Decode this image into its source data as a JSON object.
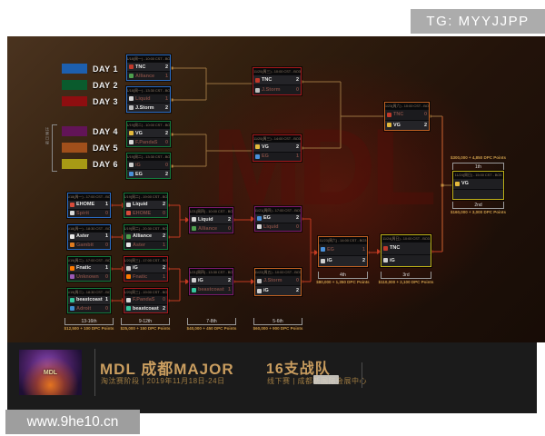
{
  "tg_badge": "TG: MYYJJPP",
  "watermark": "www.9he10.cn",
  "legend": {
    "note": "比赛日程",
    "days": [
      {
        "label": "DAY 1",
        "swatch": "#1d5fae",
        "border": "#2a6cc4"
      },
      {
        "label": "DAY 2",
        "swatch": "#0a5b2d",
        "border": "#137a3d"
      },
      {
        "label": "DAY 3",
        "swatch": "#8e0e10",
        "border": "#a6181c"
      },
      {
        "label": "DAY 4",
        "swatch": "#621457",
        "border": "#7d1a6e"
      },
      {
        "label": "DAY 5",
        "swatch": "#a04f1b",
        "border": "#c26222"
      },
      {
        "label": "DAY 6",
        "swatch": "#a79a15",
        "border": "#c0b118"
      }
    ]
  },
  "banner": {
    "logo_text": "MDL",
    "title": "MDL 成都MAJOR",
    "subtitle": "淘汰赛阶段 | 2019年11月18日-24日",
    "teams": "16支战队",
    "teams_sub": "线下赛 | 成都新国际会展中心"
  },
  "placements": [
    {
      "id": "p13",
      "label": "13-16th",
      "prize": "$12,500 + 100 DPC Points"
    },
    {
      "id": "p9",
      "label": "9-12th",
      "prize": "$25,000 + 150 DPC Points"
    },
    {
      "id": "p7",
      "label": "7-8th",
      "prize": "$40,000 + 450 DPC Points"
    },
    {
      "id": "p5",
      "label": "5-6th",
      "prize": "$60,000 + 900 DPC Points"
    },
    {
      "id": "p4",
      "label": "4th",
      "prize": "$80,000 + 1,350 DPC Points"
    },
    {
      "id": "p3",
      "label": "3rd",
      "prize": "$110,000 + 2,100 DPC Points"
    },
    {
      "id": "p1",
      "label": "1th",
      "prize": "$300,000 + 4,850 DPC Points"
    },
    {
      "id": "p2",
      "label": "2nd",
      "prize": "$160,000 + 3,000 DPC Points"
    }
  ],
  "matches": [
    {
      "id": "ub_qf1",
      "day": 1,
      "header": "11/18(周一) - 10:00 CST - BO3",
      "teams": [
        {
          "name": "TNC",
          "score": "2",
          "result": "w",
          "color": "#c0392b"
        },
        {
          "name": "Alliance",
          "score": "1",
          "result": "l",
          "color": "#4e9f4e"
        }
      ]
    },
    {
      "id": "ub_qf2",
      "day": 1,
      "header": "11/18(周一) - 13:30 CST - BO3",
      "teams": [
        {
          "name": "Liquid",
          "score": "1",
          "result": "l",
          "color": "#d8d8d8"
        },
        {
          "name": "J.Storm",
          "score": "2",
          "result": "w",
          "color": "#bfbfbf"
        }
      ]
    },
    {
      "id": "ub_qf3",
      "day": 2,
      "header": "11/19(周二) - 10:00 CST - BO3",
      "teams": [
        {
          "name": "VG",
          "score": "2",
          "result": "w",
          "color": "#e3b93c"
        },
        {
          "name": "F.PandaS",
          "score": "0",
          "result": "l",
          "color": "#d8d8d8"
        }
      ]
    },
    {
      "id": "ub_qf4",
      "day": 2,
      "header": "11/19(周二) - 13:30 CST - BO3",
      "teams": [
        {
          "name": "iG",
          "score": "0",
          "result": "l",
          "color": "#cfcfcf"
        },
        {
          "name": "EG",
          "score": "2",
          "result": "w",
          "color": "#4a90d9"
        }
      ]
    },
    {
      "id": "ub_sf1",
      "day": 3,
      "header": "11/20(周三) - 10:00 CST - BO3",
      "teams": [
        {
          "name": "TNC",
          "score": "2",
          "result": "w",
          "color": "#c0392b"
        },
        {
          "name": "J.Storm",
          "score": "0",
          "result": "l",
          "color": "#bfbfbf"
        }
      ]
    },
    {
      "id": "ub_sf2",
      "day": 3,
      "header": "11/20(周三) - 14:00 CST - BO3",
      "teams": [
        {
          "name": "VG",
          "score": "2",
          "result": "w",
          "color": "#e3b93c"
        },
        {
          "name": "EG",
          "score": "1",
          "result": "l",
          "color": "#4a90d9"
        }
      ]
    },
    {
      "id": "ub_f",
      "day": 5,
      "header": "11/23(周六) - 10:00 CST - BO3",
      "teams": [
        {
          "name": "TNC",
          "score": "0",
          "result": "l",
          "color": "#c0392b"
        },
        {
          "name": "VG",
          "score": "2",
          "result": "w",
          "color": "#e3b93c"
        }
      ]
    },
    {
      "id": "gf",
      "day": 6,
      "header": "11/24(周日) - 15:00 CST - BO5",
      "teams": [
        {
          "name": "VG",
          "score": "",
          "result": "p",
          "color": "#e3b93c"
        },
        {
          "name": "",
          "score": "",
          "result": "p",
          "color": ""
        }
      ]
    },
    {
      "id": "lb_r1m1",
      "day": 1,
      "header": "11/18(周一) - 17:00 CST - BO1",
      "teams": [
        {
          "name": "EHOME",
          "score": "1",
          "result": "w",
          "color": "#d84b3a"
        },
        {
          "name": "Spirit",
          "score": "0",
          "result": "l",
          "color": "#d8d8d8"
        }
      ]
    },
    {
      "id": "lb_r1m2",
      "day": 1,
      "header": "11/18(周一) - 18:30 CST - BO1",
      "teams": [
        {
          "name": "Aster",
          "score": "1",
          "result": "w",
          "color": "#e8e8e8"
        },
        {
          "name": "Gambit",
          "score": "0",
          "result": "l",
          "color": "#e07b1f"
        }
      ]
    },
    {
      "id": "lb_r1m3",
      "day": 2,
      "header": "11/19(周二) - 17:00 CST - BO1",
      "teams": [
        {
          "name": "Fnatic",
          "score": "1",
          "result": "w",
          "color": "#ff7a00"
        },
        {
          "name": "Unknown",
          "score": "0",
          "result": "l",
          "color": "#9b59b6"
        }
      ]
    },
    {
      "id": "lb_r1m4",
      "day": 2,
      "header": "11/19(周二) - 18:30 CST - BO1",
      "teams": [
        {
          "name": "beastcoast",
          "score": "1",
          "result": "w",
          "color": "#35c79d"
        },
        {
          "name": "Adroit",
          "score": "0",
          "result": "l",
          "color": "#3f8fd0"
        }
      ]
    },
    {
      "id": "lb_r2m1",
      "day": 2,
      "header": "11/19(周二) - 19:00 CST - BO3",
      "teams": [
        {
          "name": "Liquid",
          "score": "2",
          "result": "w",
          "color": "#d8d8d8"
        },
        {
          "name": "EHOME",
          "score": "0",
          "result": "l",
          "color": "#d84b3a"
        }
      ]
    },
    {
      "id": "lb_r2m2",
      "day": 2,
      "header": "11/19(周二) - 20:30 CST - BO3",
      "teams": [
        {
          "name": "Alliance",
          "score": "2",
          "result": "w",
          "color": "#4e9f4e"
        },
        {
          "name": "Aster",
          "score": "1",
          "result": "l",
          "color": "#e8e8e8"
        }
      ]
    },
    {
      "id": "lb_r2m3",
      "day": 3,
      "header": "11/20(周三) - 17:00 CST - BO3",
      "teams": [
        {
          "name": "iG",
          "score": "2",
          "result": "w",
          "color": "#cfcfcf"
        },
        {
          "name": "Fnatic",
          "score": "1",
          "result": "l",
          "color": "#ff7a00"
        }
      ]
    },
    {
      "id": "lb_r2m4",
      "day": 3,
      "header": "11/20(周三) - 19:00 CST - BO3",
      "teams": [
        {
          "name": "F.PandaS",
          "score": "0",
          "result": "l",
          "color": "#d8d8d8"
        },
        {
          "name": "beastcoast",
          "score": "2",
          "result": "w",
          "color": "#35c79d"
        }
      ]
    },
    {
      "id": "lb_r3m1",
      "day": 4,
      "header": "11/21(周四) - 10:00 CST - BO3",
      "teams": [
        {
          "name": "Liquid",
          "score": "2",
          "result": "w",
          "color": "#d8d8d8"
        },
        {
          "name": "Alliance",
          "score": "0",
          "result": "l",
          "color": "#4e9f4e"
        }
      ]
    },
    {
      "id": "lb_r3m2",
      "day": 4,
      "header": "11/21(周四) - 13:30 CST - BO3",
      "teams": [
        {
          "name": "iG",
          "score": "2",
          "result": "w",
          "color": "#cfcfcf"
        },
        {
          "name": "beastcoast",
          "score": "1",
          "result": "l",
          "color": "#35c79d"
        }
      ]
    },
    {
      "id": "lb_r4m1",
      "day": 4,
      "header": "11/21(周四) - 17:00 CST - BO3",
      "teams": [
        {
          "name": "EG",
          "score": "2",
          "result": "w",
          "color": "#4a90d9"
        },
        {
          "name": "Liquid",
          "score": "0",
          "result": "l",
          "color": "#d8d8d8"
        }
      ]
    },
    {
      "id": "lb_r4m2",
      "day": 5,
      "header": "11/22(周五) - 10:00 CST - BO3",
      "teams": [
        {
          "name": "J.Storm",
          "score": "0",
          "result": "l",
          "color": "#bfbfbf"
        },
        {
          "name": "iG",
          "score": "2",
          "result": "w",
          "color": "#cfcfcf"
        }
      ]
    },
    {
      "id": "lb_sf",
      "day": 5,
      "header": "11/23(周六) - 14:00 CST - BO3",
      "teams": [
        {
          "name": "EG",
          "score": "1",
          "result": "l",
          "color": "#4a90d9"
        },
        {
          "name": "iG",
          "score": "2",
          "result": "w",
          "color": "#cfcfcf"
        }
      ]
    },
    {
      "id": "lb_f",
      "day": 6,
      "header": "11/24(周日) - 10:00 CST - BO3",
      "teams": [
        {
          "name": "TNC",
          "score": "",
          "result": "p",
          "color": "#c0392b"
        },
        {
          "name": "iG",
          "score": "",
          "result": "p",
          "color": "#cfcfcf"
        }
      ]
    }
  ]
}
